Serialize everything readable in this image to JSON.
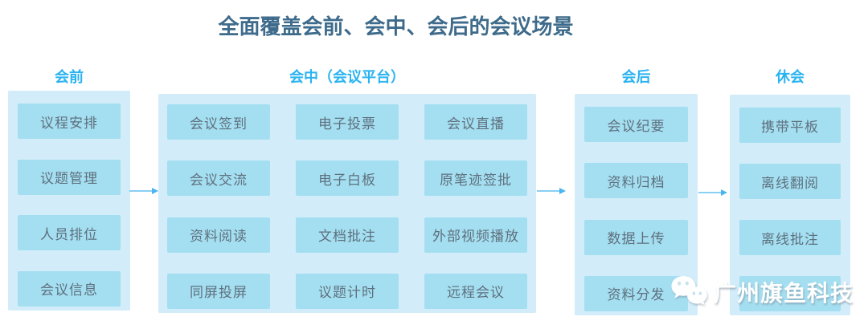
{
  "title": "全面覆盖会前、会中、会后的会议场景",
  "colors": {
    "title": "#3e6b8b",
    "header": "#2ab3f1",
    "panel_bg": "#d2ecf9",
    "box_bg": "#a4dff1",
    "box_text": "#5e707e",
    "arrow": "#49b4ef",
    "watermark_text": "#ffffff"
  },
  "columns": [
    {
      "header": "会前",
      "items": [
        "议程安排",
        "议题管理",
        "人员排位",
        "会议信息"
      ]
    },
    {
      "header": "会中（会议平台）",
      "items": [
        "会议签到",
        "电子投票",
        "会议直播",
        "会议交流",
        "电子白板",
        "原笔迹签批",
        "资料阅读",
        "文档批注",
        "外部视频播放",
        "同屏投屏",
        "议题计时",
        "远程会议"
      ]
    },
    {
      "header": "会后",
      "items": [
        "会议纪要",
        "资料归档",
        "数据上传",
        "资料分发"
      ]
    },
    {
      "header": "休会",
      "items": [
        "携带平板",
        "离线翻阅",
        "离线批注",
        ""
      ]
    }
  ],
  "watermark": {
    "icon": "wechat-icon",
    "text": "广州旗鱼科技"
  }
}
